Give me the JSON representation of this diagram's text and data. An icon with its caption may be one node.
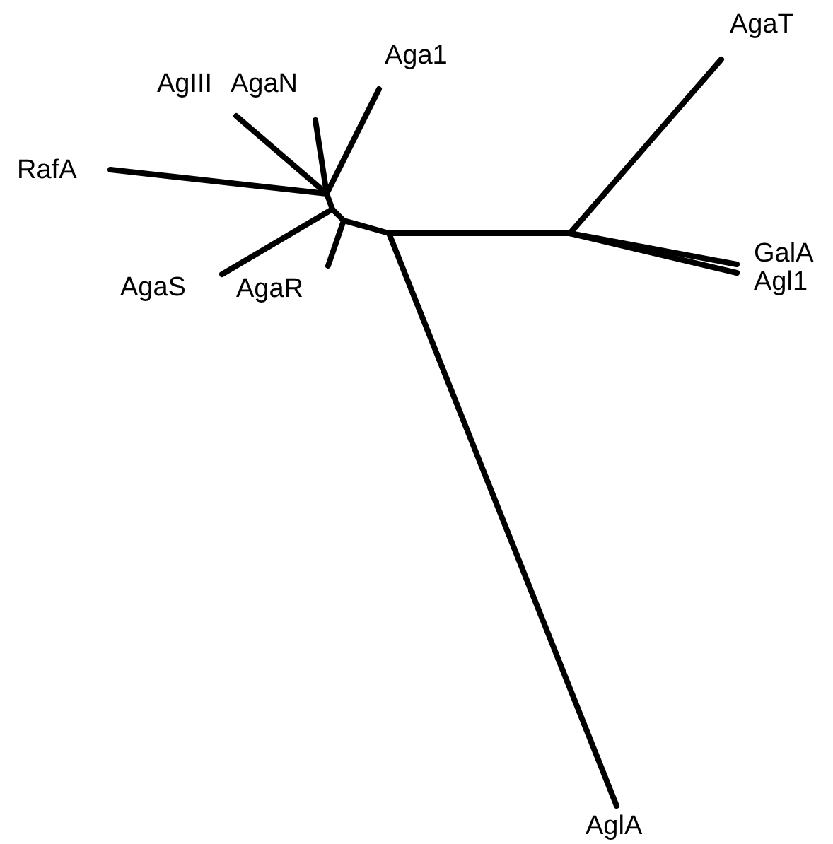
{
  "diagram": {
    "nodes": [
      {
        "text": [
          "AgaT"
        ]
      },
      {
        "text": [
          "Aga1"
        ]
      },
      {
        "text": [
          "AgIII"
        ]
      },
      {
        "text": [
          "AgaN"
        ]
      },
      {
        "text": [
          "RafA"
        ]
      },
      {
        "text": [
          "GalA"
        ]
      },
      {
        "text": [
          "Agl1"
        ]
      },
      {
        "text": [
          "AgaS"
        ]
      },
      {
        "text": [
          "AgaR"
        ]
      },
      {
        "text": [
          "AglA"
        ]
      }
    ],
    "edges": [
      {
        "from": null,
        "to": 0,
        "arrow": "none"
      },
      {
        "from": null,
        "to": 1,
        "arrow": "none"
      },
      {
        "from": null,
        "to": 2,
        "arrow": "none"
      },
      {
        "from": null,
        "to": 3,
        "arrow": "none"
      },
      {
        "from": null,
        "to": 4,
        "arrow": "none"
      },
      {
        "from": null,
        "to": 5,
        "arrow": "none"
      },
      {
        "from": null,
        "to": 6,
        "arrow": "none"
      },
      {
        "from": null,
        "to": 7,
        "arrow": "none"
      },
      {
        "from": null,
        "to": 8,
        "arrow": "none"
      },
      {
        "from": null,
        "to": 9,
        "arrow": "none"
      }
    ]
  }
}
